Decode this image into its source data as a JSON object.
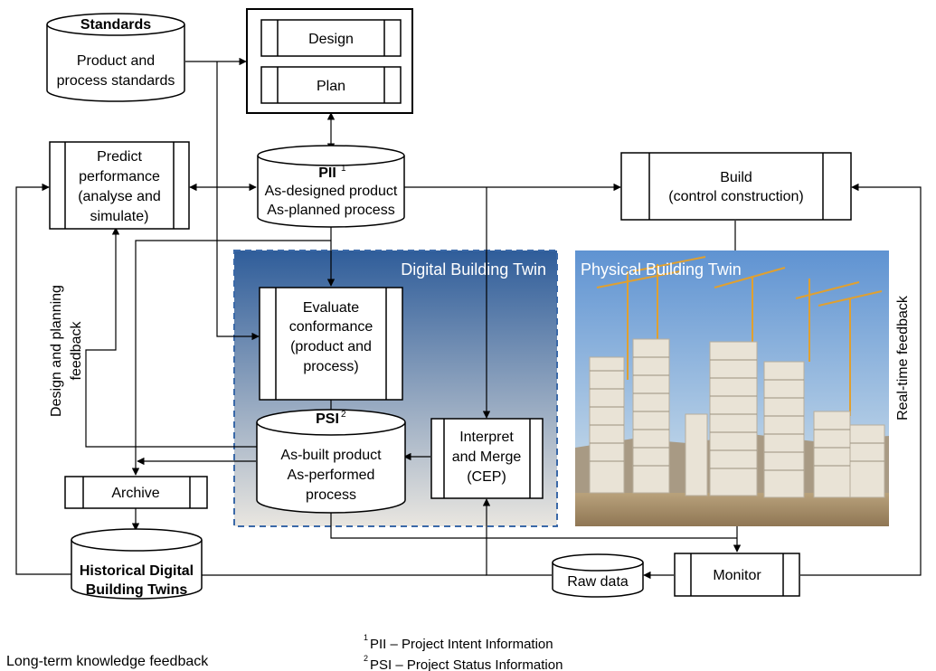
{
  "nodes": {
    "standards": {
      "title": "Standards",
      "lines": [
        "Product and",
        "process standards"
      ]
    },
    "design": "Design",
    "plan": "Plan",
    "pii": {
      "title": "PII",
      "sup": "1",
      "lines": [
        "As-designed product",
        "As-planned process"
      ]
    },
    "predict": {
      "lines": [
        "Predict",
        "performance",
        "(analyse and",
        "simulate)"
      ]
    },
    "build": {
      "lines": [
        "Build",
        "(control construction)"
      ]
    },
    "evaluate": {
      "lines": [
        "Evaluate",
        "conformance",
        "(product and",
        "process)"
      ]
    },
    "psi": {
      "title": "PSI",
      "sup": "2",
      "lines": [
        "As-built product",
        "As-performed",
        "process"
      ]
    },
    "interpret": {
      "lines": [
        "Interpret",
        "and Merge",
        "(CEP)"
      ]
    },
    "archive": "Archive",
    "historical": {
      "lines": [
        "Historical Digital",
        "Building Twins"
      ]
    },
    "raw_data": "Raw data",
    "monitor": "Monitor"
  },
  "regions": {
    "digital_twin": "Digital Building Twin",
    "physical_twin": "Physical Building Twin"
  },
  "feedback_labels": {
    "design_planning": [
      "Design and planning",
      "feedback"
    ],
    "real_time": "Real-time feedback",
    "long_term": "Long-term knowledge feedback"
  },
  "footnotes": [
    {
      "num": "1",
      "text": "PII – Project Intent Information"
    },
    {
      "num": "2",
      "text": "PSI – Project Status Information"
    }
  ],
  "colors": {
    "digital_top": "#2f5d9a",
    "digital_bottom": "#e9e6e0",
    "sky_top": "#5f93d2",
    "sky_bottom": "#d4e3ee"
  }
}
